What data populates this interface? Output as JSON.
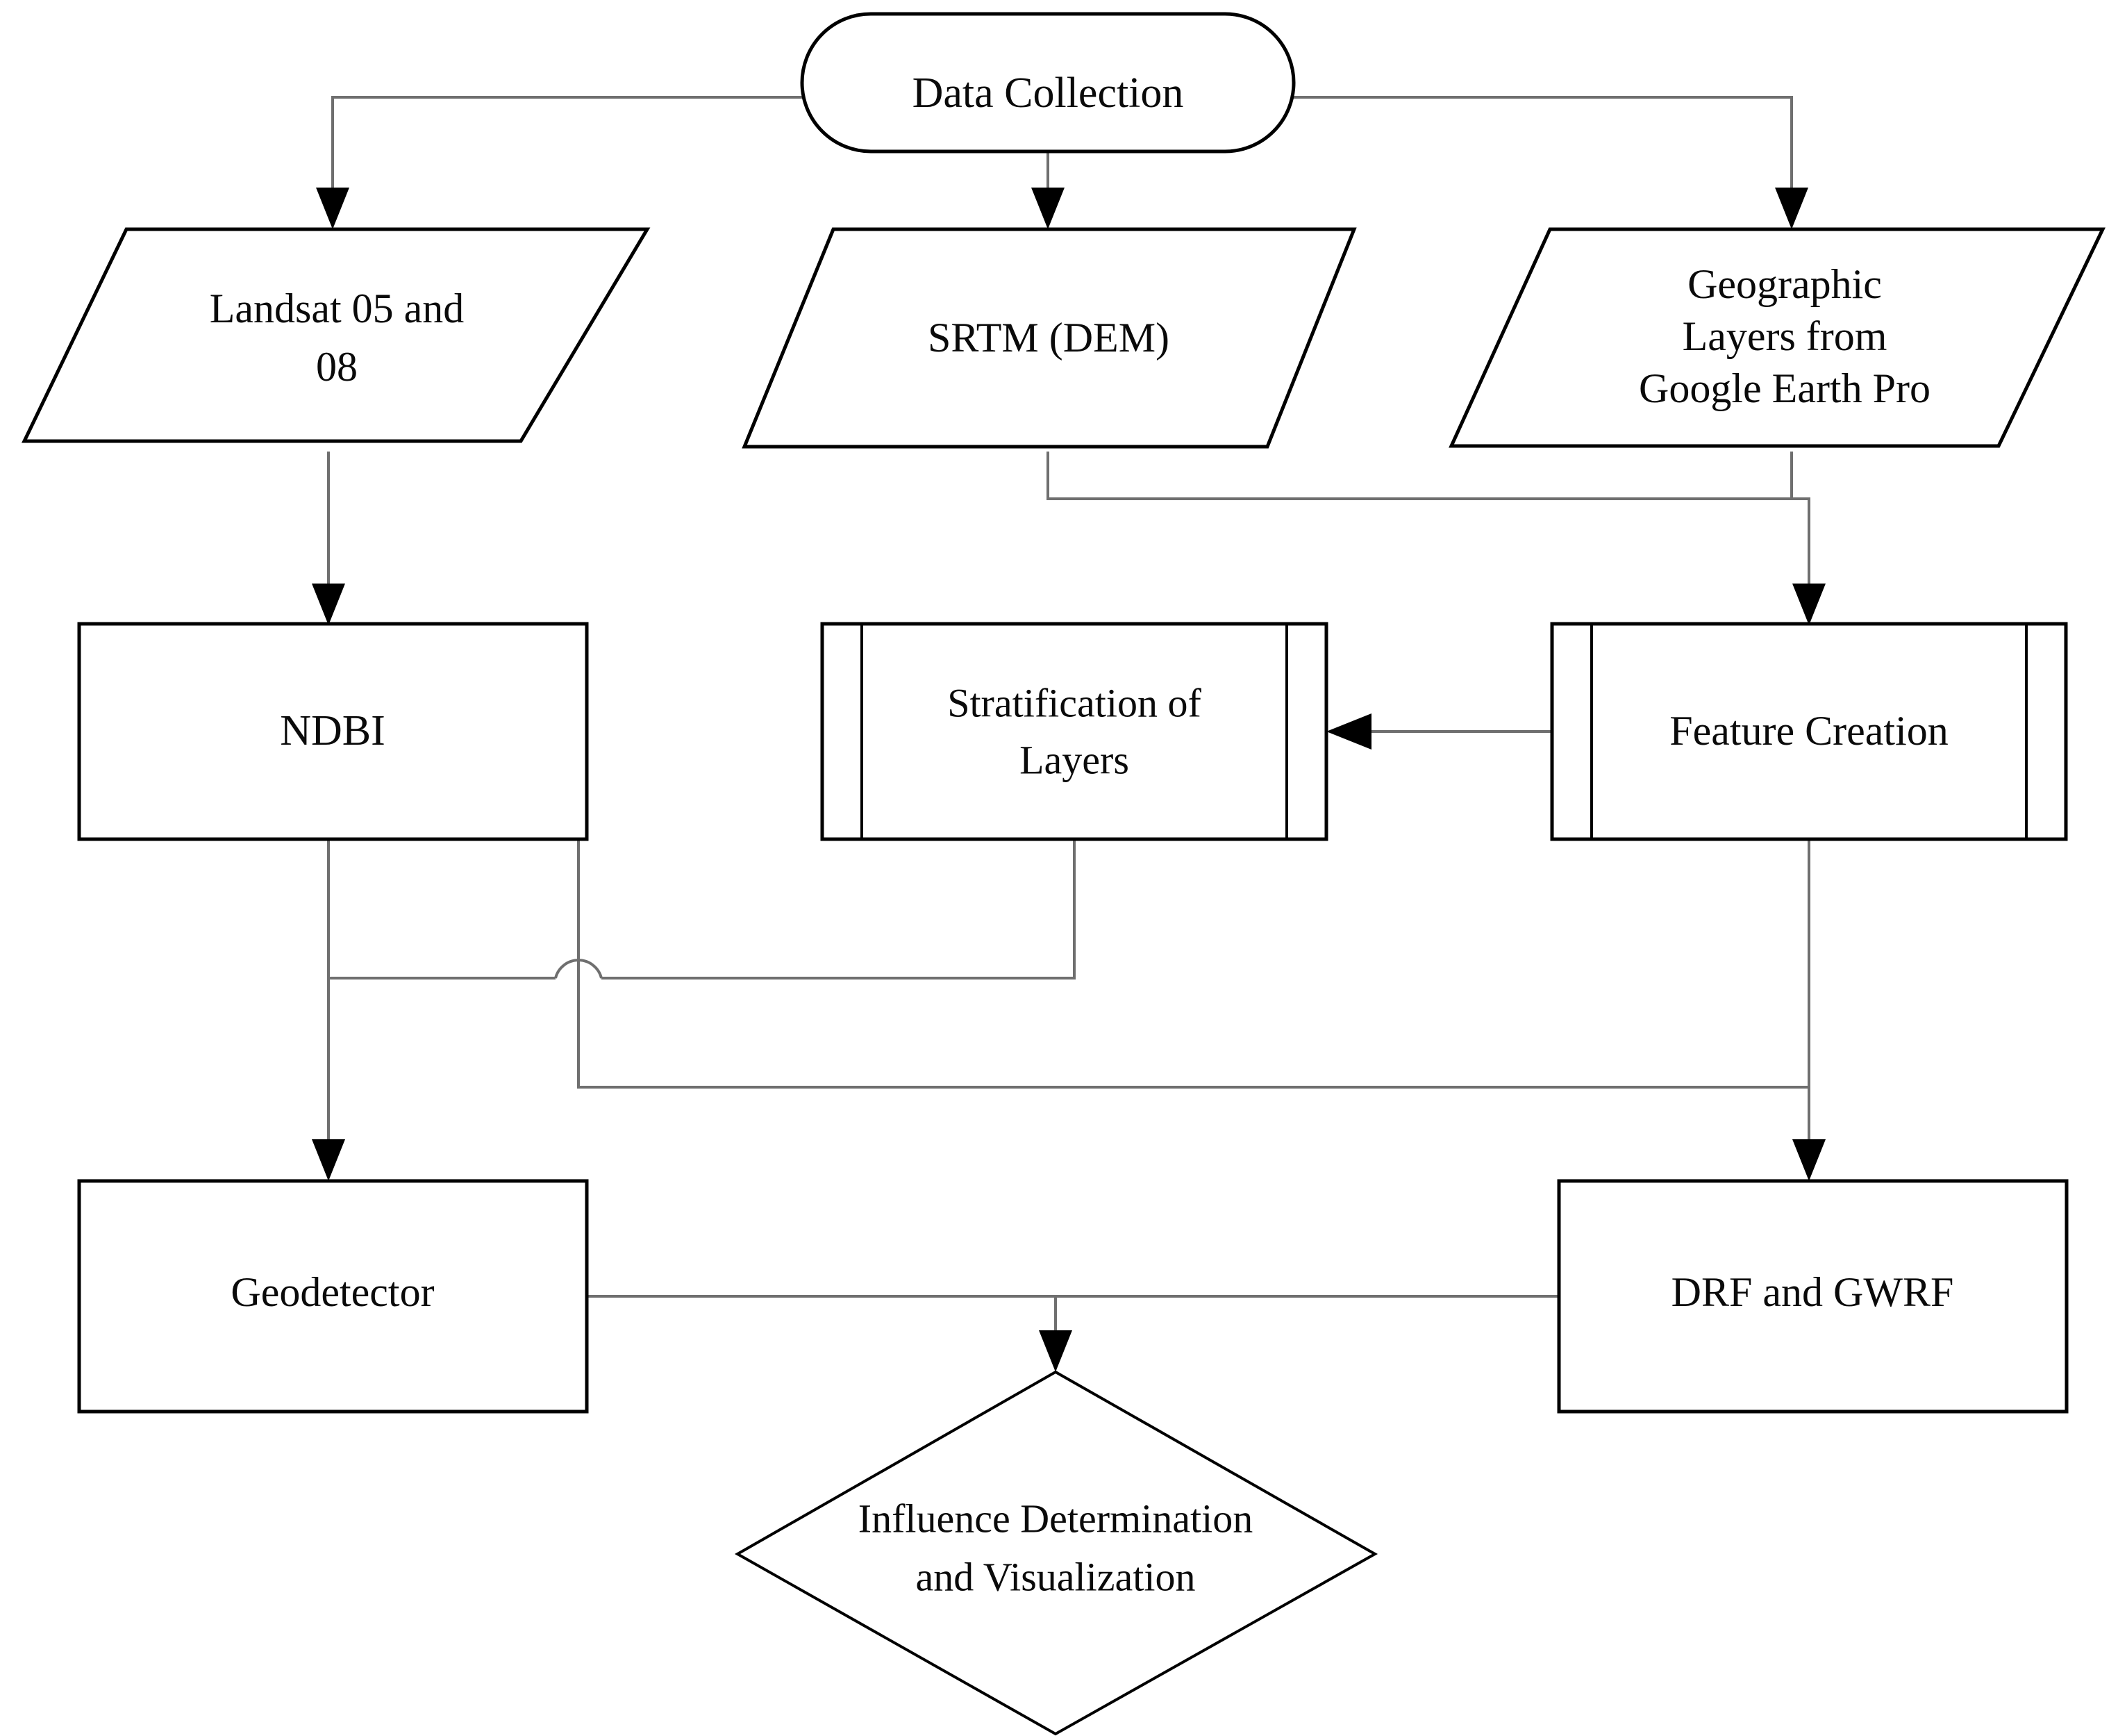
{
  "diagram": {
    "title": "Methodology Flowchart",
    "background_color": "#ffffff",
    "shape_stroke_color": "#000000",
    "connector_color": "#6f6f6f",
    "text_color": "#0a0a0a"
  },
  "nodes": {
    "data_collection": {
      "label": "Data Collection",
      "shape": "stadium",
      "lines": [
        "Data Collection"
      ]
    },
    "landsat": {
      "label": "Landsat 05 and 08",
      "shape": "parallelogram",
      "lines": [
        "Landsat 05 and",
        "08"
      ]
    },
    "srtm": {
      "label": "SRTM (DEM)",
      "shape": "parallelogram",
      "lines": [
        "SRTM (DEM)"
      ]
    },
    "geographic_layers": {
      "label": "Geographic Layers from Google Earth Pro",
      "shape": "parallelogram",
      "lines": [
        "Geographic",
        "Layers from",
        "Google Earth Pro"
      ]
    },
    "ndbi": {
      "label": "NDBI",
      "shape": "rectangle",
      "lines": [
        "NDBI"
      ]
    },
    "stratification": {
      "label": "Stratification of Layers",
      "shape": "predefined-process",
      "lines": [
        "Stratification of",
        "Layers"
      ]
    },
    "feature_creation": {
      "label": "Feature Creation",
      "shape": "predefined-process",
      "lines": [
        "Feature Creation"
      ]
    },
    "geodetector": {
      "label": "Geodetector",
      "shape": "rectangle",
      "lines": [
        "Geodetector"
      ]
    },
    "drf_gwrf": {
      "label": "DRF and GWRF",
      "shape": "rectangle",
      "lines": [
        "DRF and GWRF"
      ]
    },
    "influence": {
      "label": "Influence Determination and Visualization",
      "shape": "diamond",
      "lines": [
        "Influence Determination",
        "and Visualization"
      ]
    }
  },
  "edges": [
    {
      "id": "dc-landsat",
      "from": "data_collection",
      "to": "landsat",
      "arrow": true
    },
    {
      "id": "dc-srtm",
      "from": "data_collection",
      "to": "srtm",
      "arrow": true
    },
    {
      "id": "dc-geo",
      "from": "data_collection",
      "to": "geographic_layers",
      "arrow": true
    },
    {
      "id": "landsat-ndbi",
      "from": "landsat",
      "to": "ndbi",
      "arrow": true
    },
    {
      "id": "srtm-feature",
      "from": "srtm",
      "to": "feature_creation",
      "arrow": true
    },
    {
      "id": "geo-feature",
      "from": "geographic_layers",
      "to": "feature_creation",
      "arrow": true
    },
    {
      "id": "feature-strat",
      "from": "feature_creation",
      "to": "stratification",
      "arrow": true
    },
    {
      "id": "ndbi-geodetector",
      "from": "ndbi",
      "to": "geodetector",
      "arrow": true
    },
    {
      "id": "strat-geodetector",
      "from": "stratification",
      "to": "geodetector",
      "arrow": false
    },
    {
      "id": "ndbi-drf",
      "from": "ndbi",
      "to": "drf_gwrf",
      "arrow": true
    },
    {
      "id": "feature-drf",
      "from": "feature_creation",
      "to": "drf_gwrf",
      "arrow": true
    },
    {
      "id": "geodetector-influence",
      "from": "geodetector",
      "to": "influence",
      "arrow": true
    },
    {
      "id": "drf-influence",
      "from": "drf_gwrf",
      "to": "influence",
      "arrow": true
    }
  ]
}
